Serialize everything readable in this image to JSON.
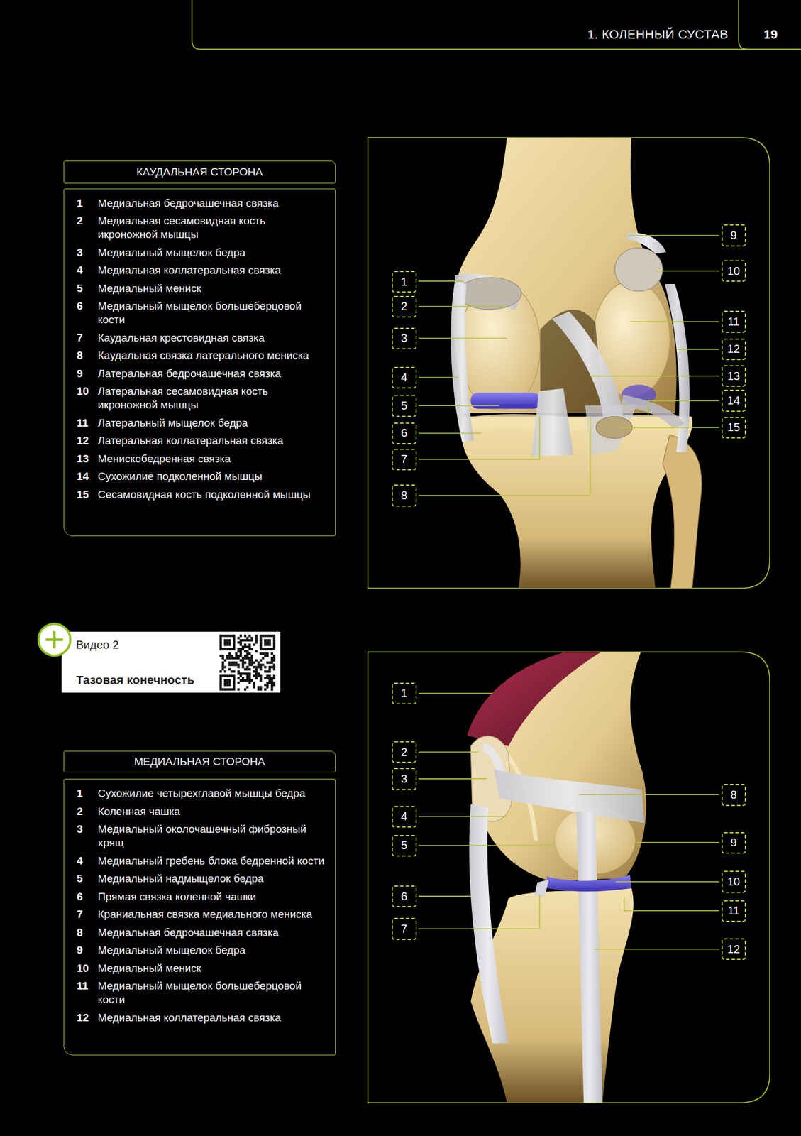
{
  "diagram": {
    "nodes": [
      {
        "text": [
          "1. КОЛЕННЫЙ СУСТАВ"
        ]
      },
      {
        "text": [
          "19"
        ]
      },
      {
        "text": [
          "КАУДАЛЬНАЯ СТОРОНА"
        ]
      },
      {
        "text": [
          "1",
          "Медиальная бедрочашечная связка",
          "2",
          "Медиальная сесамовидная кость икроножной мышцы",
          "3",
          "Медиальный мыщелок бедра",
          "4",
          "Медиальная коллатеральная связка",
          "5",
          "Медиальный мениск",
          "6",
          "Медиальный мыщелок большеберцовой кости",
          "7",
          "Каудальная крестовидная связка",
          "8",
          "Каудальная связка латерального мениска",
          "9",
          "Латеральная бедрочашечная связка",
          "10",
          "Латеральная сесамовидная кость икроножной мышцы",
          "11",
          "Латеральный мыщелок бедра",
          "12",
          "Латеральная коллатеральная связка",
          "13",
          "Менискобедренная связка",
          "14",
          "Сухожилие подколенной мышцы",
          "15",
          "Сесамовидная кость подколенной мышцы"
        ]
      },
      {
        "text": [
          "1"
        ]
      },
      {
        "text": [
          "2"
        ]
      },
      {
        "text": [
          "3"
        ]
      },
      {
        "text": [
          "4"
        ]
      },
      {
        "text": [
          "5"
        ]
      },
      {
        "text": [
          "6"
        ]
      },
      {
        "text": [
          "7"
        ]
      },
      {
        "text": [
          "8"
        ]
      },
      {
        "text": [
          "9"
        ]
      },
      {
        "text": [
          "10"
        ]
      },
      {
        "text": [
          "11"
        ]
      },
      {
        "text": [
          "12"
        ]
      },
      {
        "text": [
          "13"
        ]
      },
      {
        "text": [
          "14"
        ]
      },
      {
        "text": [
          "15"
        ]
      },
      {
        "text": [
          "Видео 2",
          "Тазовая конечность"
        ]
      },
      {
        "text": [
          "МЕДИАЛЬНАЯ СТОРОНА"
        ]
      },
      {
        "text": [
          "1",
          "Сухожилие четырехглавой мышцы бедра",
          "2",
          "Коленная чашка",
          "3",
          "Медиальный околочашечный фиброзный хрящ",
          "4",
          "Медиальный гребень блока бедренной кости",
          "5",
          "Медиальный надмыщелок бедра",
          "6",
          "Прямая связка коленной чашки",
          "7",
          "Краниальная связка медиального мениска",
          "8",
          "Медиальная бедрочашечная связка",
          "9",
          "Медиальный мыщелок бедра",
          "10",
          "Медиальный мениск",
          "11",
          "Медиальный мыщелок большеберцовой кости",
          "12",
          "Медиальная коллатеральная связка"
        ]
      },
      {
        "text": [
          "1"
        ]
      },
      {
        "text": [
          "2"
        ]
      },
      {
        "text": [
          "3"
        ]
      },
      {
        "text": [
          "4"
        ]
      },
      {
        "text": [
          "5"
        ]
      },
      {
        "text": [
          "6"
        ]
      },
      {
        "text": [
          "7"
        ]
      },
      {
        "text": [
          "8"
        ]
      },
      {
        "text": [
          "9"
        ]
      },
      {
        "text": [
          "10"
        ]
      },
      {
        "text": [
          "11"
        ]
      },
      {
        "text": [
          "12"
        ]
      }
    ]
  }
}
